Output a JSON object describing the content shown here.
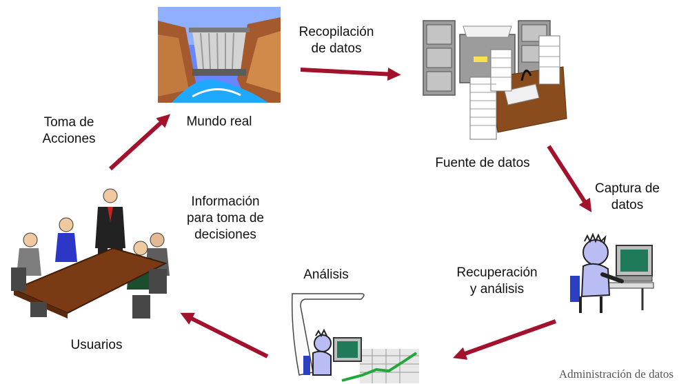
{
  "colors": {
    "arrow": "#a3122c",
    "background": "#ffffff"
  },
  "nodes": {
    "mundo_real": {
      "label": "Mundo real",
      "icon": "dam-icon"
    },
    "fuente_datos": {
      "label": "Fuente de datos",
      "icon": "filing-cabinet-icon"
    },
    "captura": {
      "label": "Captura de\ndatos",
      "icon": "computer-user-icon"
    },
    "recuperacion": {
      "label": "Recuperación\ny análisis",
      "icon": "analysis-icon"
    },
    "analisis": {
      "label": "Análisis"
    },
    "usuarios": {
      "label": "Usuarios",
      "icon": "meeting-icon"
    }
  },
  "edges": {
    "recopilacion": "Recopilación\nde datos",
    "toma": "Toma de\nAcciones",
    "informacion": "Información\npara toma de\ndecisiones"
  },
  "footer": "Administración de datos"
}
